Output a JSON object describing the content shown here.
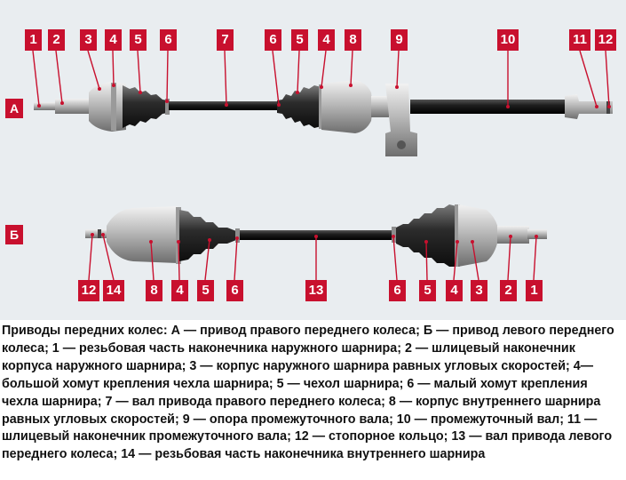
{
  "row_labels": {
    "a": "А",
    "b": "Б"
  },
  "top_callouts": [
    "1",
    "2",
    "3",
    "4",
    "5",
    "6",
    "7",
    "6",
    "5",
    "4",
    "8",
    "9",
    "10",
    "11",
    "12"
  ],
  "bottom_callouts": [
    "12",
    "14",
    "8",
    "4",
    "5",
    "6",
    "13",
    "6",
    "5",
    "4",
    "3",
    "2",
    "1"
  ],
  "caption": "Приводы передних колес: А — привод правого переднего колеса; Б — привод левого переднего колеса; 1 — резьбовая часть наконечника наружного шарнира; 2 — шлицевый наконечник корпуса наружного шарнира; 3 — корпус наружного шарнира равных угловых скоростей; 4—большой хомут крепления чехла шарнира; 5 — чехол шарнира; 6 — малый хомут крепления чехла шарнира; 7 — вал привода правого переднего колеса; 8 — корпус внутреннего шарнира равных угловых скоростей; 9 — опора промежуточного вала; 10 — промежуточный вал; 11 — шлицевый наконечник промежуточного вала; 12 — стопорное кольцо; 13 — вал привода левого переднего колеса; 14 — резьбовая часть наконечника внутреннего шарнира",
  "colors": {
    "badge": "#c8102e",
    "leader": "#c8102e",
    "background": "#e9edf0"
  }
}
